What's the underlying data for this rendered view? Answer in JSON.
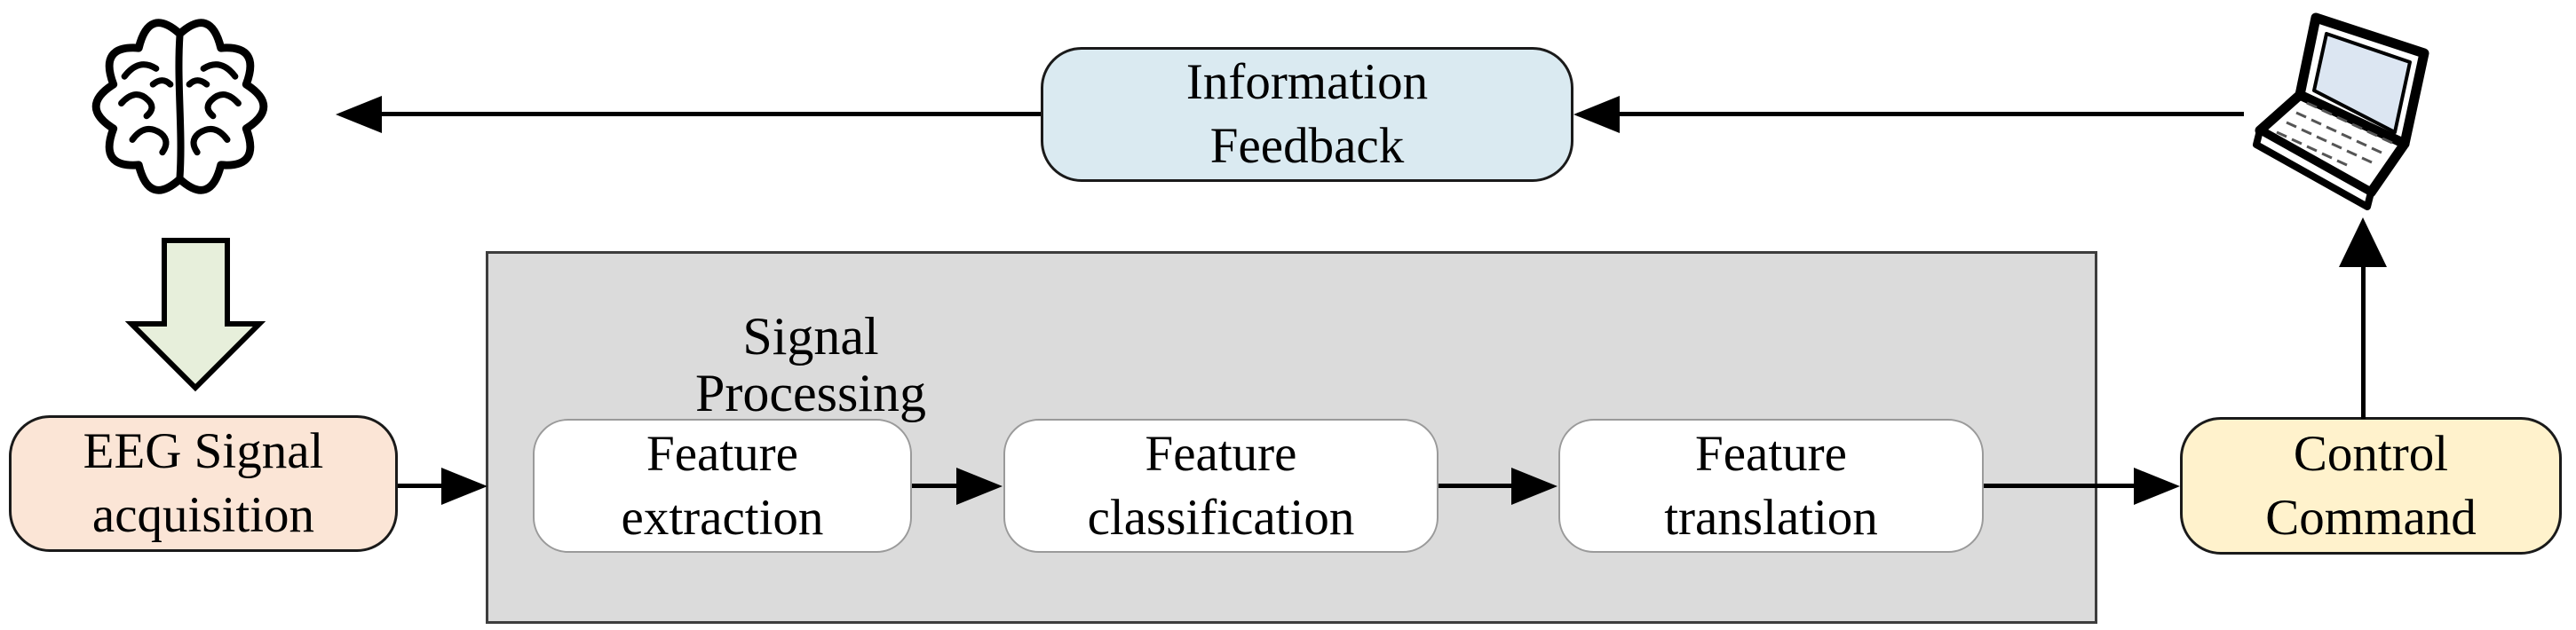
{
  "nodes": {
    "information_feedback": {
      "line1": "Information",
      "line2": "Feedback"
    },
    "eeg_signal_acquisition": {
      "line1": "EEG Signal",
      "line2": "acquisition"
    },
    "signal_processing": {
      "label": "Signal Processing"
    },
    "feature_extraction": {
      "line1": "Feature",
      "line2": "extraction"
    },
    "feature_classification": {
      "line1": "Feature",
      "line2": "classification"
    },
    "feature_translation": {
      "line1": "Feature",
      "line2": "translation"
    },
    "control_command": {
      "line1": "Control",
      "line2": "Command"
    }
  },
  "icons": {
    "brain": "brain-icon",
    "laptop": "laptop-icon",
    "down_arrow": "down-arrow-icon"
  },
  "colors": {
    "feedback_fill": "#DAEAF1",
    "acquisition_fill": "#FBE5D6",
    "command_fill": "#FFF2CC",
    "processing_panel_fill": "#DBDBDB",
    "stage_fill": "#FFFFFF",
    "down_arrow_fill": "#E7EFDB",
    "arrow_color": "#000000"
  }
}
